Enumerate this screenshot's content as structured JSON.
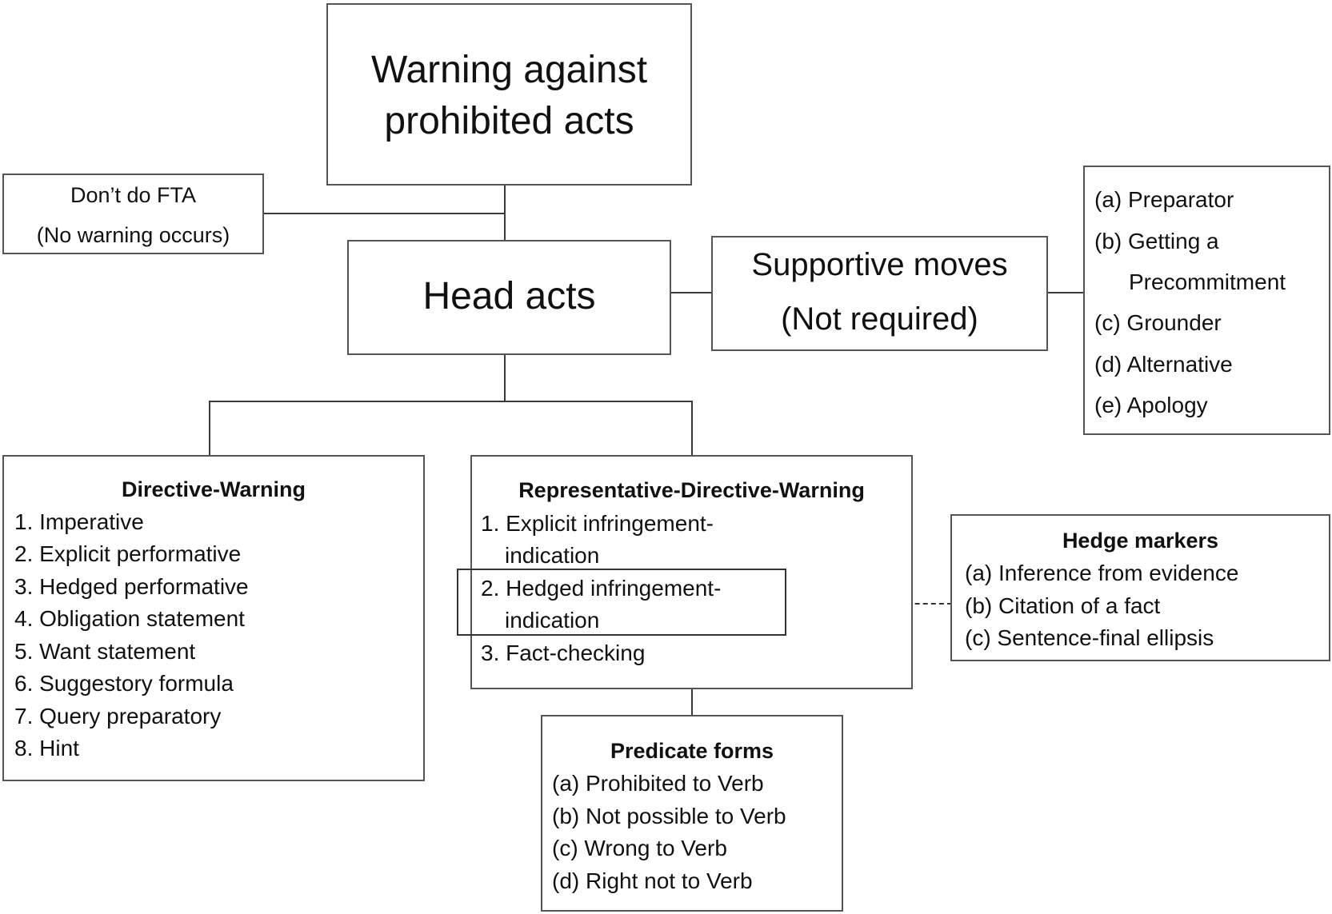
{
  "root": {
    "lines": [
      "Warning against",
      "prohibited acts"
    ]
  },
  "dont_fta": {
    "lines": [
      "Don’t do FTA",
      "(No warning occurs)"
    ]
  },
  "head_acts": {
    "label": "Head acts"
  },
  "supportive": {
    "lines": [
      "Supportive moves",
      "(Not required)"
    ]
  },
  "supportive_list": {
    "items": [
      "(a) Preparator",
      "(b) Getting a",
      "Precommitment",
      "(c) Grounder",
      "(d) Alternative",
      "(e) Apology"
    ]
  },
  "directive": {
    "title": "Directive-Warning",
    "items": [
      "1. Imperative",
      "2. Explicit performative",
      "3. Hedged performative",
      "4. Obligation statement",
      "5. Want statement",
      "6. Suggestory formula",
      "7. Query preparatory",
      "8. Hint"
    ]
  },
  "representative": {
    "title": "Representative-Directive-Warning",
    "items": [
      "1. Explicit infringement-",
      "indication",
      "2. Hedged infringement-",
      "indication",
      "3. Fact-checking"
    ]
  },
  "hedge": {
    "title": "Hedge markers",
    "items": [
      "(a) Inference from evidence",
      "(b) Citation of a fact",
      "(c) Sentence-final ellipsis"
    ]
  },
  "predicate": {
    "title": "Predicate forms",
    "items": [
      "(a) Prohibited to Verb",
      "(b) Not possible to Verb",
      "(c) Wrong to Verb",
      "(d) Right not to Verb"
    ]
  }
}
